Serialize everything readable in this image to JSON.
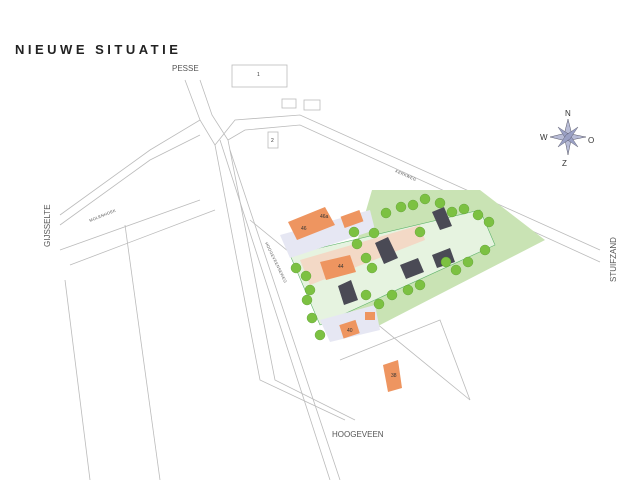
{
  "title": "NIEUWE SITUATIE",
  "destinations": {
    "north": "PESSE",
    "west": "GIJSSELTE",
    "east": "STUIFZAND",
    "south": "HOOGEVEEN"
  },
  "streets": {
    "molenhoek": "MOLENHOEK",
    "kerkweg": "KERKWEG",
    "hoogeveenseweg": "HOOGEVEENSEWEG"
  },
  "house_numbers": {
    "h1": "1",
    "h2": "2",
    "h46": "46",
    "h46a": "46a",
    "h44": "44",
    "h40": "40",
    "h38": "38"
  },
  "compass": {
    "n": "N",
    "o": "O",
    "z": "Z",
    "w": "W"
  },
  "colors": {
    "existing_building": "#ee9560",
    "new_house": "#4a4a55",
    "tree": "#7cc142",
    "green_area": "#c9e3b4",
    "yard": "#e6f3e0",
    "paving": "#f3d9c6",
    "parking": "#e6e7f3"
  }
}
